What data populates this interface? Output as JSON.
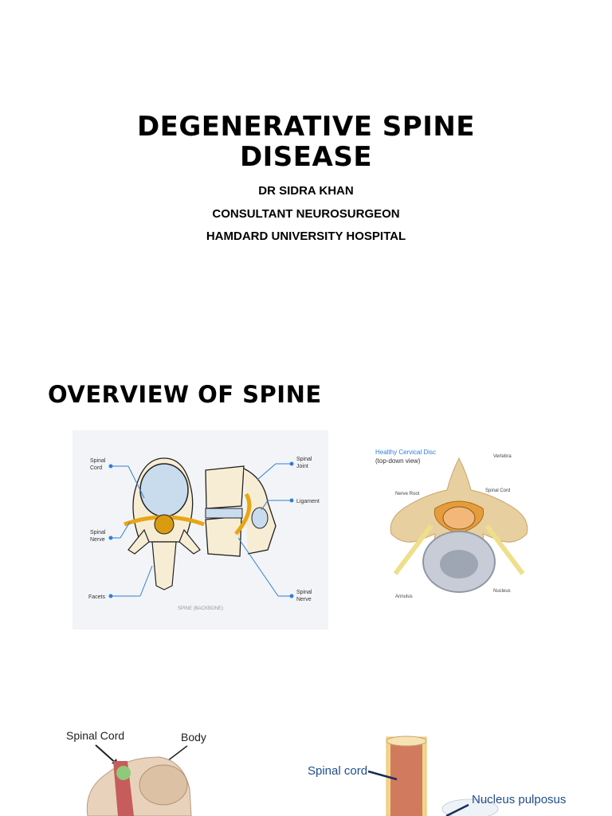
{
  "slide1": {
    "title_line1": "DEGENERATIVE SPINE",
    "title_line2": "DISEASE",
    "author": "DR SIDRA KHAN",
    "role": "CONSULTANT NEUROSURGEON",
    "institution": "HAMDARD UNIVERSITY HOSPITAL"
  },
  "slide2": {
    "title": "OVERVIEW OF SPINE",
    "figure1": {
      "labels": {
        "spinal_cord": [
          "Spinal",
          "Cord"
        ],
        "spinal_nerve_left": [
          "Spinal",
          "Nerve"
        ],
        "facets": "Facets",
        "spinal_joint": [
          "Spinal",
          "Joint"
        ],
        "ligament": "Ligament",
        "spinal_nerve_right": [
          "Spinal",
          "Nerve"
        ],
        "caption": "SPINE (BACKBONE)"
      }
    },
    "figure2": {
      "title": "Healthy Cervical Disc",
      "subtitle": "(top-down view)",
      "labels": {
        "vertebra": "Vertebra",
        "nerve_root": "Nerve Root",
        "spinal_cord": "Spinal Cord",
        "nucleus": "Nucleus",
        "annulus": "Annulus"
      }
    }
  },
  "slide3": {
    "figure3": {
      "spinal_cord": "Spinal Cord",
      "body": "Body"
    },
    "figure4": {
      "spinal_cord": "Spinal cord",
      "nucleus_pulposus": "Nucleus pulposus"
    }
  }
}
